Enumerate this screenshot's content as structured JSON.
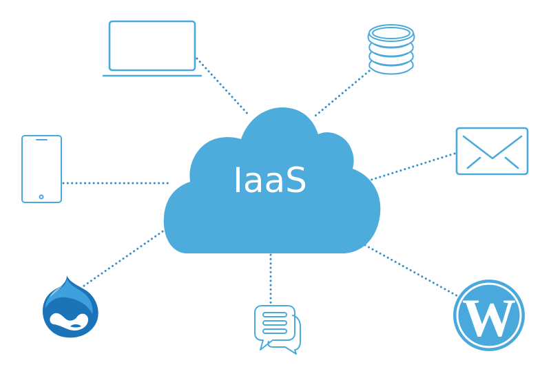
{
  "diagram": {
    "title": "IaaS",
    "center": {
      "label": "IaaS",
      "shape": "cloud",
      "color": "#4dacdb"
    },
    "connector_style": "dotted",
    "connector_color": "#3a8fc4",
    "icon_color": "#4aa9dc",
    "nodes": [
      {
        "id": "laptop",
        "icon": "laptop-icon",
        "position": "top-left"
      },
      {
        "id": "database",
        "icon": "database-icon",
        "position": "top-right"
      },
      {
        "id": "smartphone",
        "icon": "smartphone-icon",
        "position": "left"
      },
      {
        "id": "email",
        "icon": "envelope-icon",
        "position": "right"
      },
      {
        "id": "drupal",
        "icon": "drupal-logo-icon",
        "position": "bottom-left"
      },
      {
        "id": "chat",
        "icon": "chat-bubbles-icon",
        "position": "bottom"
      },
      {
        "id": "wordpress",
        "icon": "wordpress-logo-icon",
        "position": "bottom-right"
      }
    ]
  }
}
